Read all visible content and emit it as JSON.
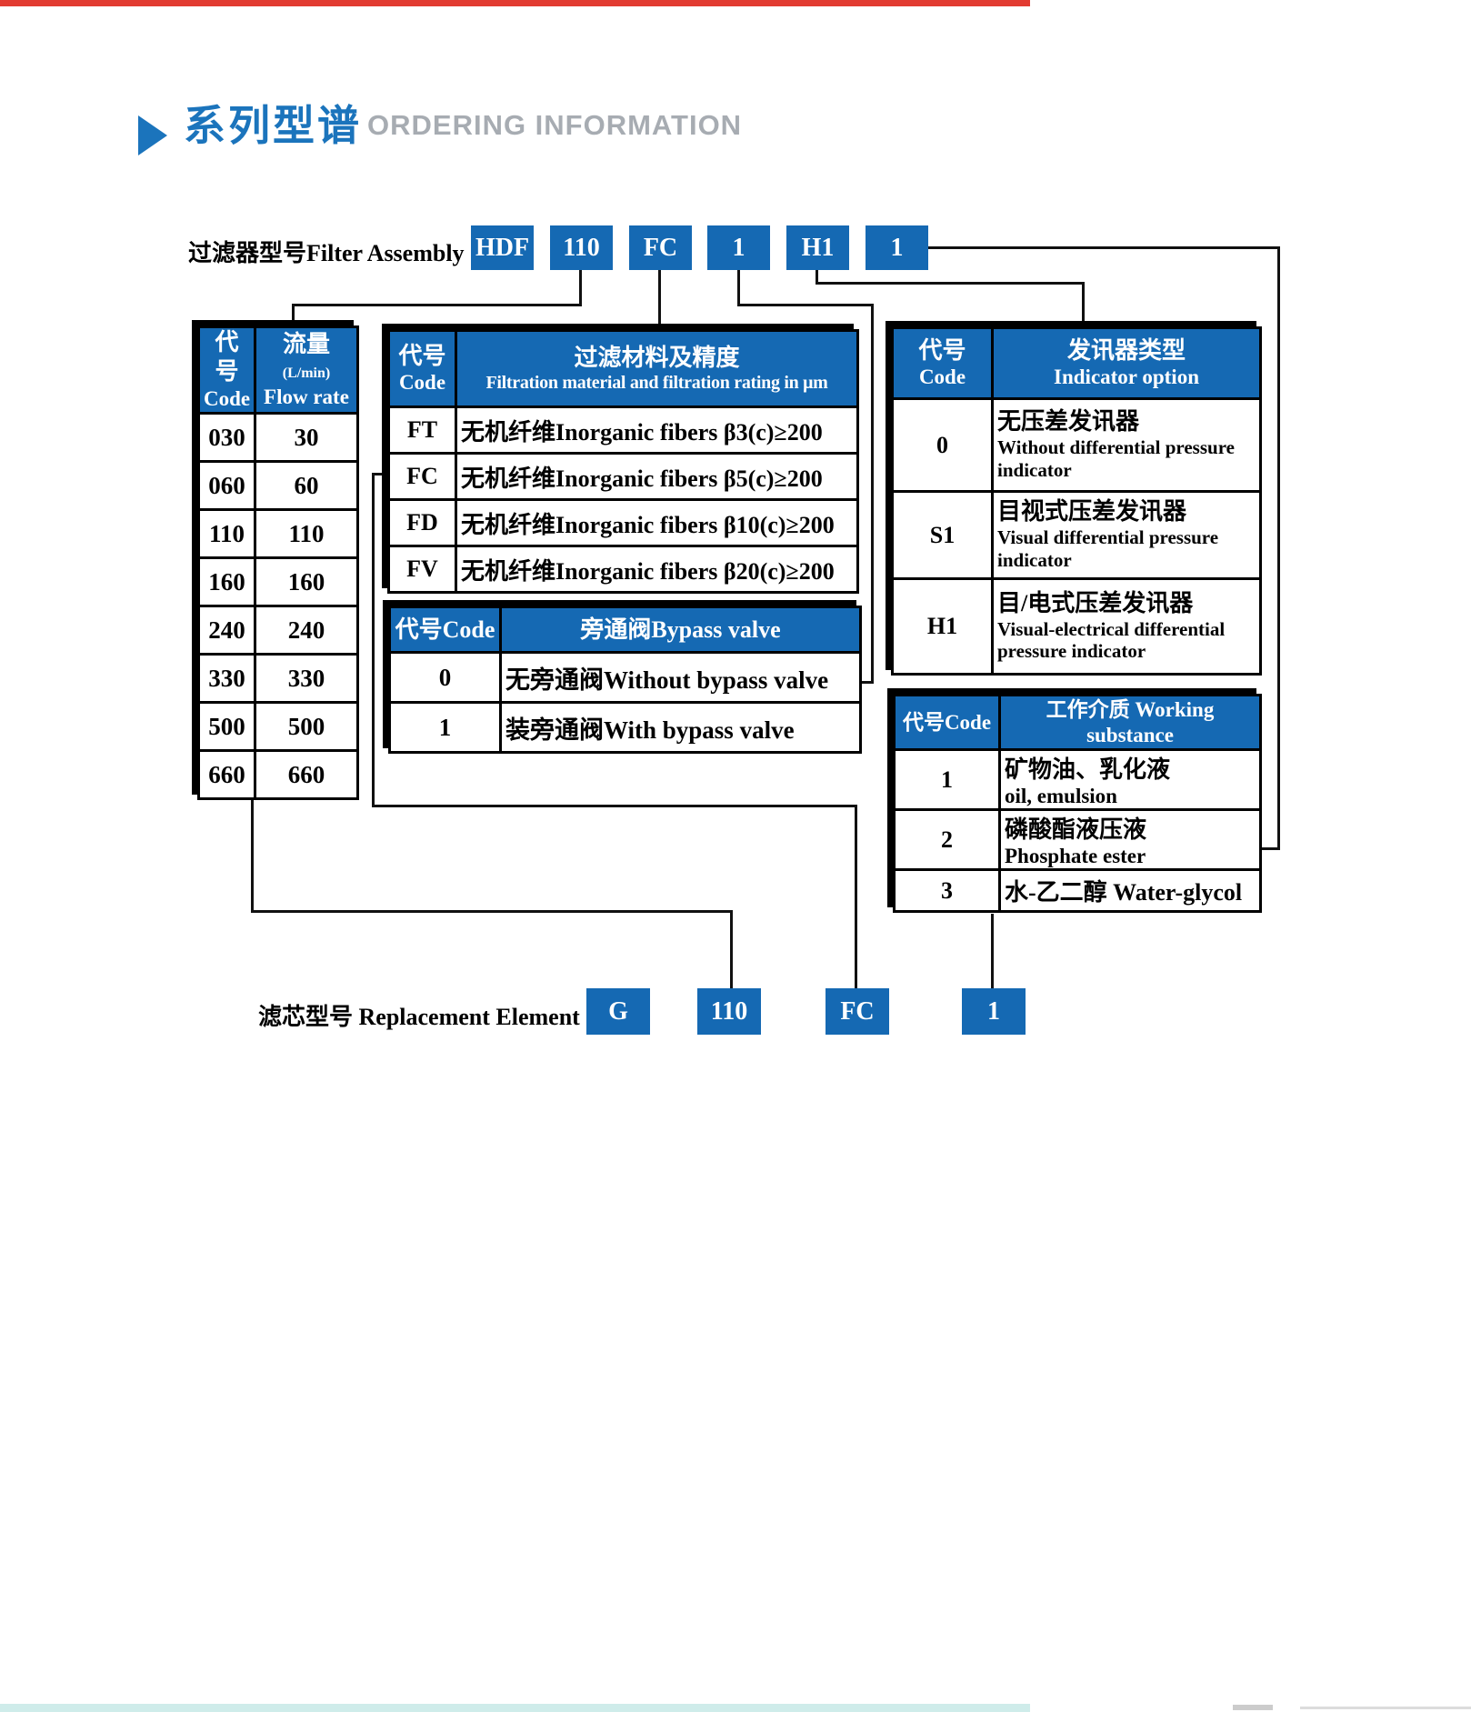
{
  "colors": {
    "accent_blue": "#1569b3",
    "title_blue": "#1b74bc",
    "title_gray": "#a7acb2",
    "line": "#111111",
    "top_bar_red": "#e23b31",
    "bottom_bar_teal": "#cfecea"
  },
  "header": {
    "title_cn": "系列型谱",
    "title_en": "ORDERING INFORMATION"
  },
  "assembly": {
    "label": "过滤器型号Filter Assembly",
    "codes": [
      "HDF",
      "110",
      "FC",
      "1",
      "H1",
      "1"
    ]
  },
  "element": {
    "label": "滤芯型号 Replacement Element",
    "codes": [
      "G",
      "110",
      "FC",
      "1"
    ]
  },
  "tables": {
    "flow": {
      "header": {
        "cn1": "代号",
        "en1": "Code",
        "cn2": "流量",
        "unit": "(L/min)",
        "en2": "Flow rate"
      },
      "rows": [
        {
          "code": "030",
          "value": "30"
        },
        {
          "code": "060",
          "value": "60"
        },
        {
          "code": "110",
          "value": "110"
        },
        {
          "code": "160",
          "value": "160"
        },
        {
          "code": "240",
          "value": "240"
        },
        {
          "code": "330",
          "value": "330"
        },
        {
          "code": "500",
          "value": "500"
        },
        {
          "code": "660",
          "value": "660"
        }
      ]
    },
    "filtration": {
      "header": {
        "cn1": "代号",
        "en1": "Code",
        "cn2": "过滤材料及精度",
        "en2": "Filtration material and filtration rating in μm"
      },
      "rows": [
        {
          "code": "FT",
          "desc": "无机纤维Inorganic fibers β3(c)≥200"
        },
        {
          "code": "FC",
          "desc": "无机纤维Inorganic fibers β5(c)≥200"
        },
        {
          "code": "FD",
          "desc": "无机纤维Inorganic fibers β10(c)≥200"
        },
        {
          "code": "FV",
          "desc": "无机纤维Inorganic fibers β20(c)≥200"
        }
      ]
    },
    "bypass": {
      "header": {
        "col1": "代号Code",
        "col2": "旁通阀Bypass valve"
      },
      "rows": [
        {
          "code": "0",
          "desc": "无旁通阀Without bypass valve"
        },
        {
          "code": "1",
          "desc": "装旁通阀With bypass valve"
        }
      ]
    },
    "indicator": {
      "header": {
        "cn1": "代号",
        "en1": "Code",
        "cn2": "发讯器类型",
        "en2": "Indicator option"
      },
      "rows": [
        {
          "code": "0",
          "desc_cn": "无压差发讯器",
          "desc_en": "Without differential pressure indicator"
        },
        {
          "code": "S1",
          "desc_cn": "目视式压差发讯器",
          "desc_en": "Visual differential pressure indicator"
        },
        {
          "code": "H1",
          "desc_cn": "目/电式压差发讯器",
          "desc_en": "Visual-electrical differential pressure indicator"
        }
      ]
    },
    "working": {
      "header": {
        "col1": "代号Code",
        "col2": "工作介质 Working substance"
      },
      "rows": [
        {
          "code": "1",
          "desc_cn": "矿物油、乳化液",
          "desc_en": "oil, emulsion"
        },
        {
          "code": "2",
          "desc_cn": "磷酸酯液压液",
          "desc_en": "Phosphate ester"
        },
        {
          "code": "3",
          "desc_cn": "水-乙二醇 Water-glycol",
          "desc_en": ""
        }
      ]
    }
  }
}
